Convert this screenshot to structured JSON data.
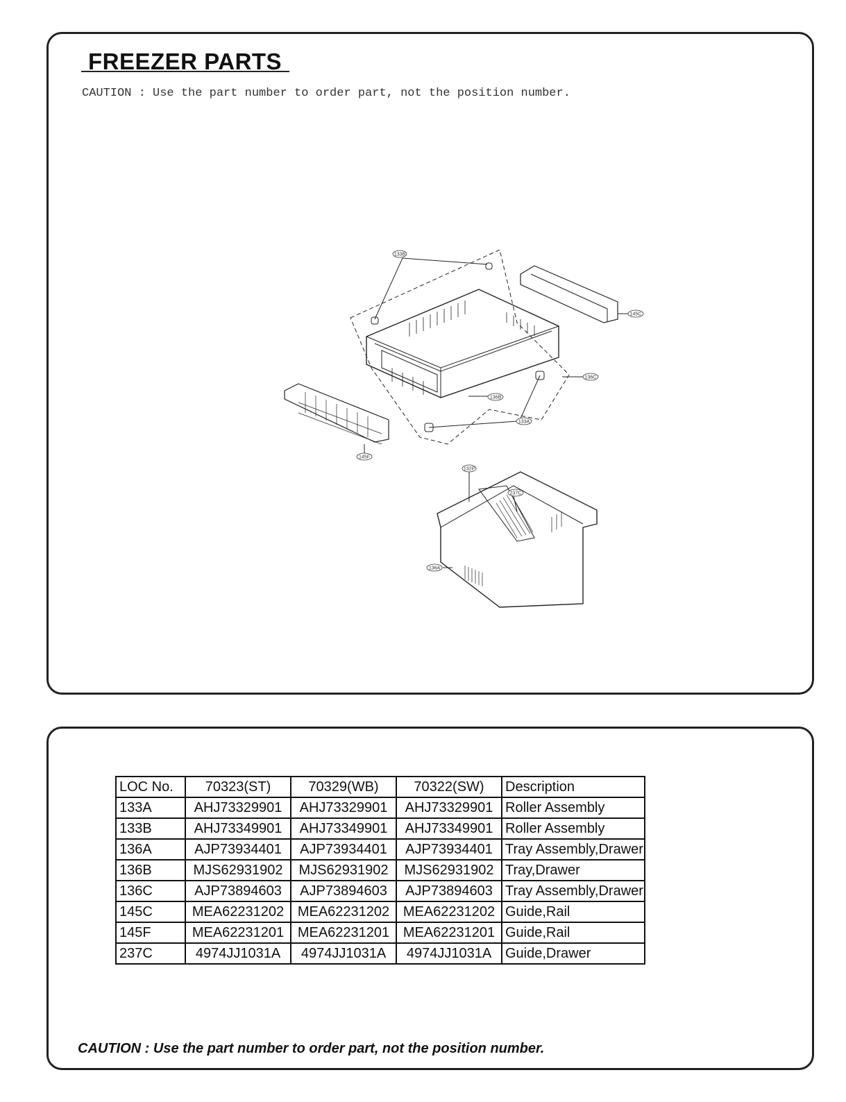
{
  "header": {
    "title": "FREEZER PARTS",
    "caution": "CAUTION : Use the part number to order part, not the position number."
  },
  "diagram": {
    "callouts": [
      "133B",
      "145C",
      "136C",
      "136B",
      "133A",
      "145F",
      "132P",
      "237C",
      "136A"
    ]
  },
  "table": {
    "headers": [
      "LOC No.",
      "70323(ST)",
      "70329(WB)",
      "70322(SW)",
      "Description"
    ],
    "rows": [
      [
        "133A",
        "AHJ73329901",
        "AHJ73329901",
        "AHJ73329901",
        "Roller Assembly"
      ],
      [
        "133B",
        "AHJ73349901",
        "AHJ73349901",
        "AHJ73349901",
        "Roller Assembly"
      ],
      [
        "136A",
        "AJP73934401",
        "AJP73934401",
        "AJP73934401",
        "Tray Assembly,Drawer"
      ],
      [
        "136B",
        "MJS62931902",
        "MJS62931902",
        "MJS62931902",
        "Tray,Drawer"
      ],
      [
        "136C",
        "AJP73894603",
        "AJP73894603",
        "AJP73894603",
        "Tray Assembly,Drawer"
      ],
      [
        "145C",
        "MEA62231202",
        "MEA62231202",
        "MEA62231202",
        "Guide,Rail"
      ],
      [
        "145F",
        "MEA62231201",
        "MEA62231201",
        "MEA62231201",
        "Guide,Rail"
      ],
      [
        "237C",
        "4974JJ1031A",
        "4974JJ1031A",
        "4974JJ1031A",
        "Guide,Drawer"
      ]
    ]
  },
  "footer": {
    "caution": "CAUTION : Use the part number to order part, not the position number."
  }
}
